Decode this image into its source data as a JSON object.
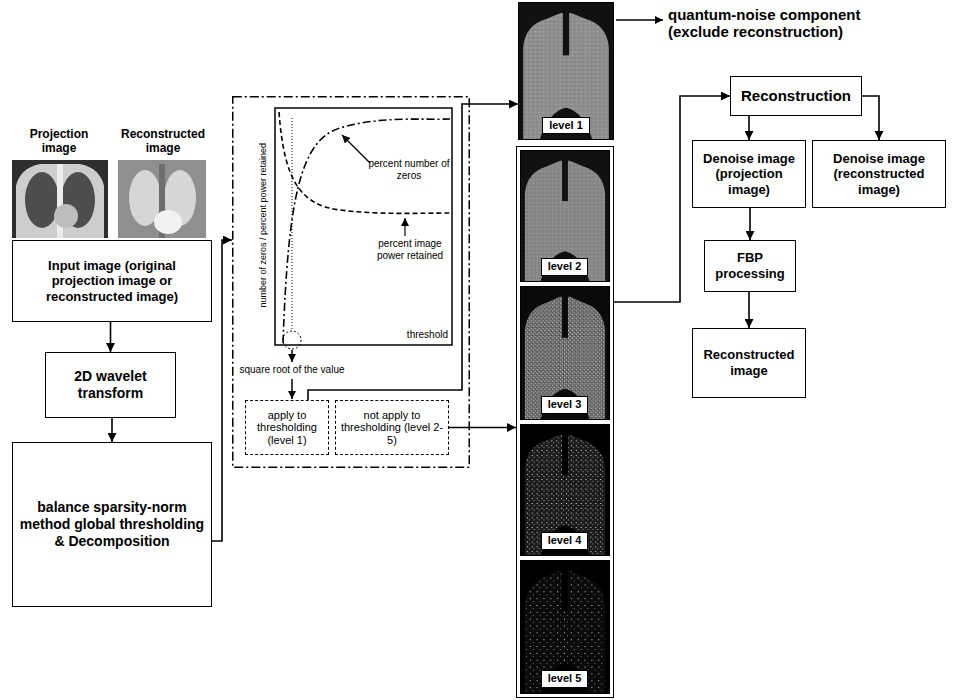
{
  "diagram": {
    "nodes": [
      {
        "text": [
          "Input image (original projection image or reconstructed image)"
        ]
      },
      {
        "text": [
          "2D wavelet transform"
        ]
      },
      {
        "text": [
          "balance sparsity-norm method global thresholding & Decomposition"
        ]
      },
      {
        "text": []
      },
      {
        "text": [
          "apply to thresholding (level 1)"
        ],
        "in": 3
      },
      {
        "text": [
          "not apply to thresholding (level 2-5)"
        ],
        "in": 3
      },
      {
        "text": [
          "level 1"
        ]
      },
      {
        "text": []
      },
      {
        "text": [
          "level 2"
        ],
        "in": 7
      },
      {
        "text": [
          "level 3"
        ],
        "in": 7
      },
      {
        "text": [
          "level 4"
        ],
        "in": 7
      },
      {
        "text": [
          "level 5"
        ],
        "in": 7
      },
      {
        "text": [
          "Reconstruction"
        ]
      },
      {
        "text": [
          "Denoise image (projection image)"
        ]
      },
      {
        "text": [
          "Denoise image (reconstructed image)"
        ]
      },
      {
        "text": [
          "FBP processing"
        ]
      },
      {
        "text": [
          "Reconstructed image"
        ]
      }
    ],
    "edges": [
      {
        "from": 0,
        "to": 1,
        "arrow": "to"
      },
      {
        "from": 1,
        "to": 2,
        "arrow": "to"
      },
      {
        "from": 2,
        "to": 3,
        "arrow": "to"
      },
      {
        "from": 4,
        "to": 6,
        "arrow": "to"
      },
      {
        "from": 5,
        "to": 7,
        "arrow": "to"
      },
      {
        "from": 7,
        "to": 12,
        "arrow": "to"
      },
      {
        "from": 12,
        "to": 13,
        "arrow": "to"
      },
      {
        "from": 12,
        "to": 14,
        "arrow": "to"
      },
      {
        "from": 13,
        "to": 15,
        "arrow": "to"
      },
      {
        "from": 15,
        "to": 16,
        "arrow": "to"
      }
    ],
    "labels": [
      "Projection image",
      "Reconstructed image",
      "number of zeros / percent power retained",
      "percent number of zeros",
      "percent image power retained",
      "threshold",
      "square root of the value",
      "quantum-noise component (exclude reconstruction)"
    ]
  }
}
